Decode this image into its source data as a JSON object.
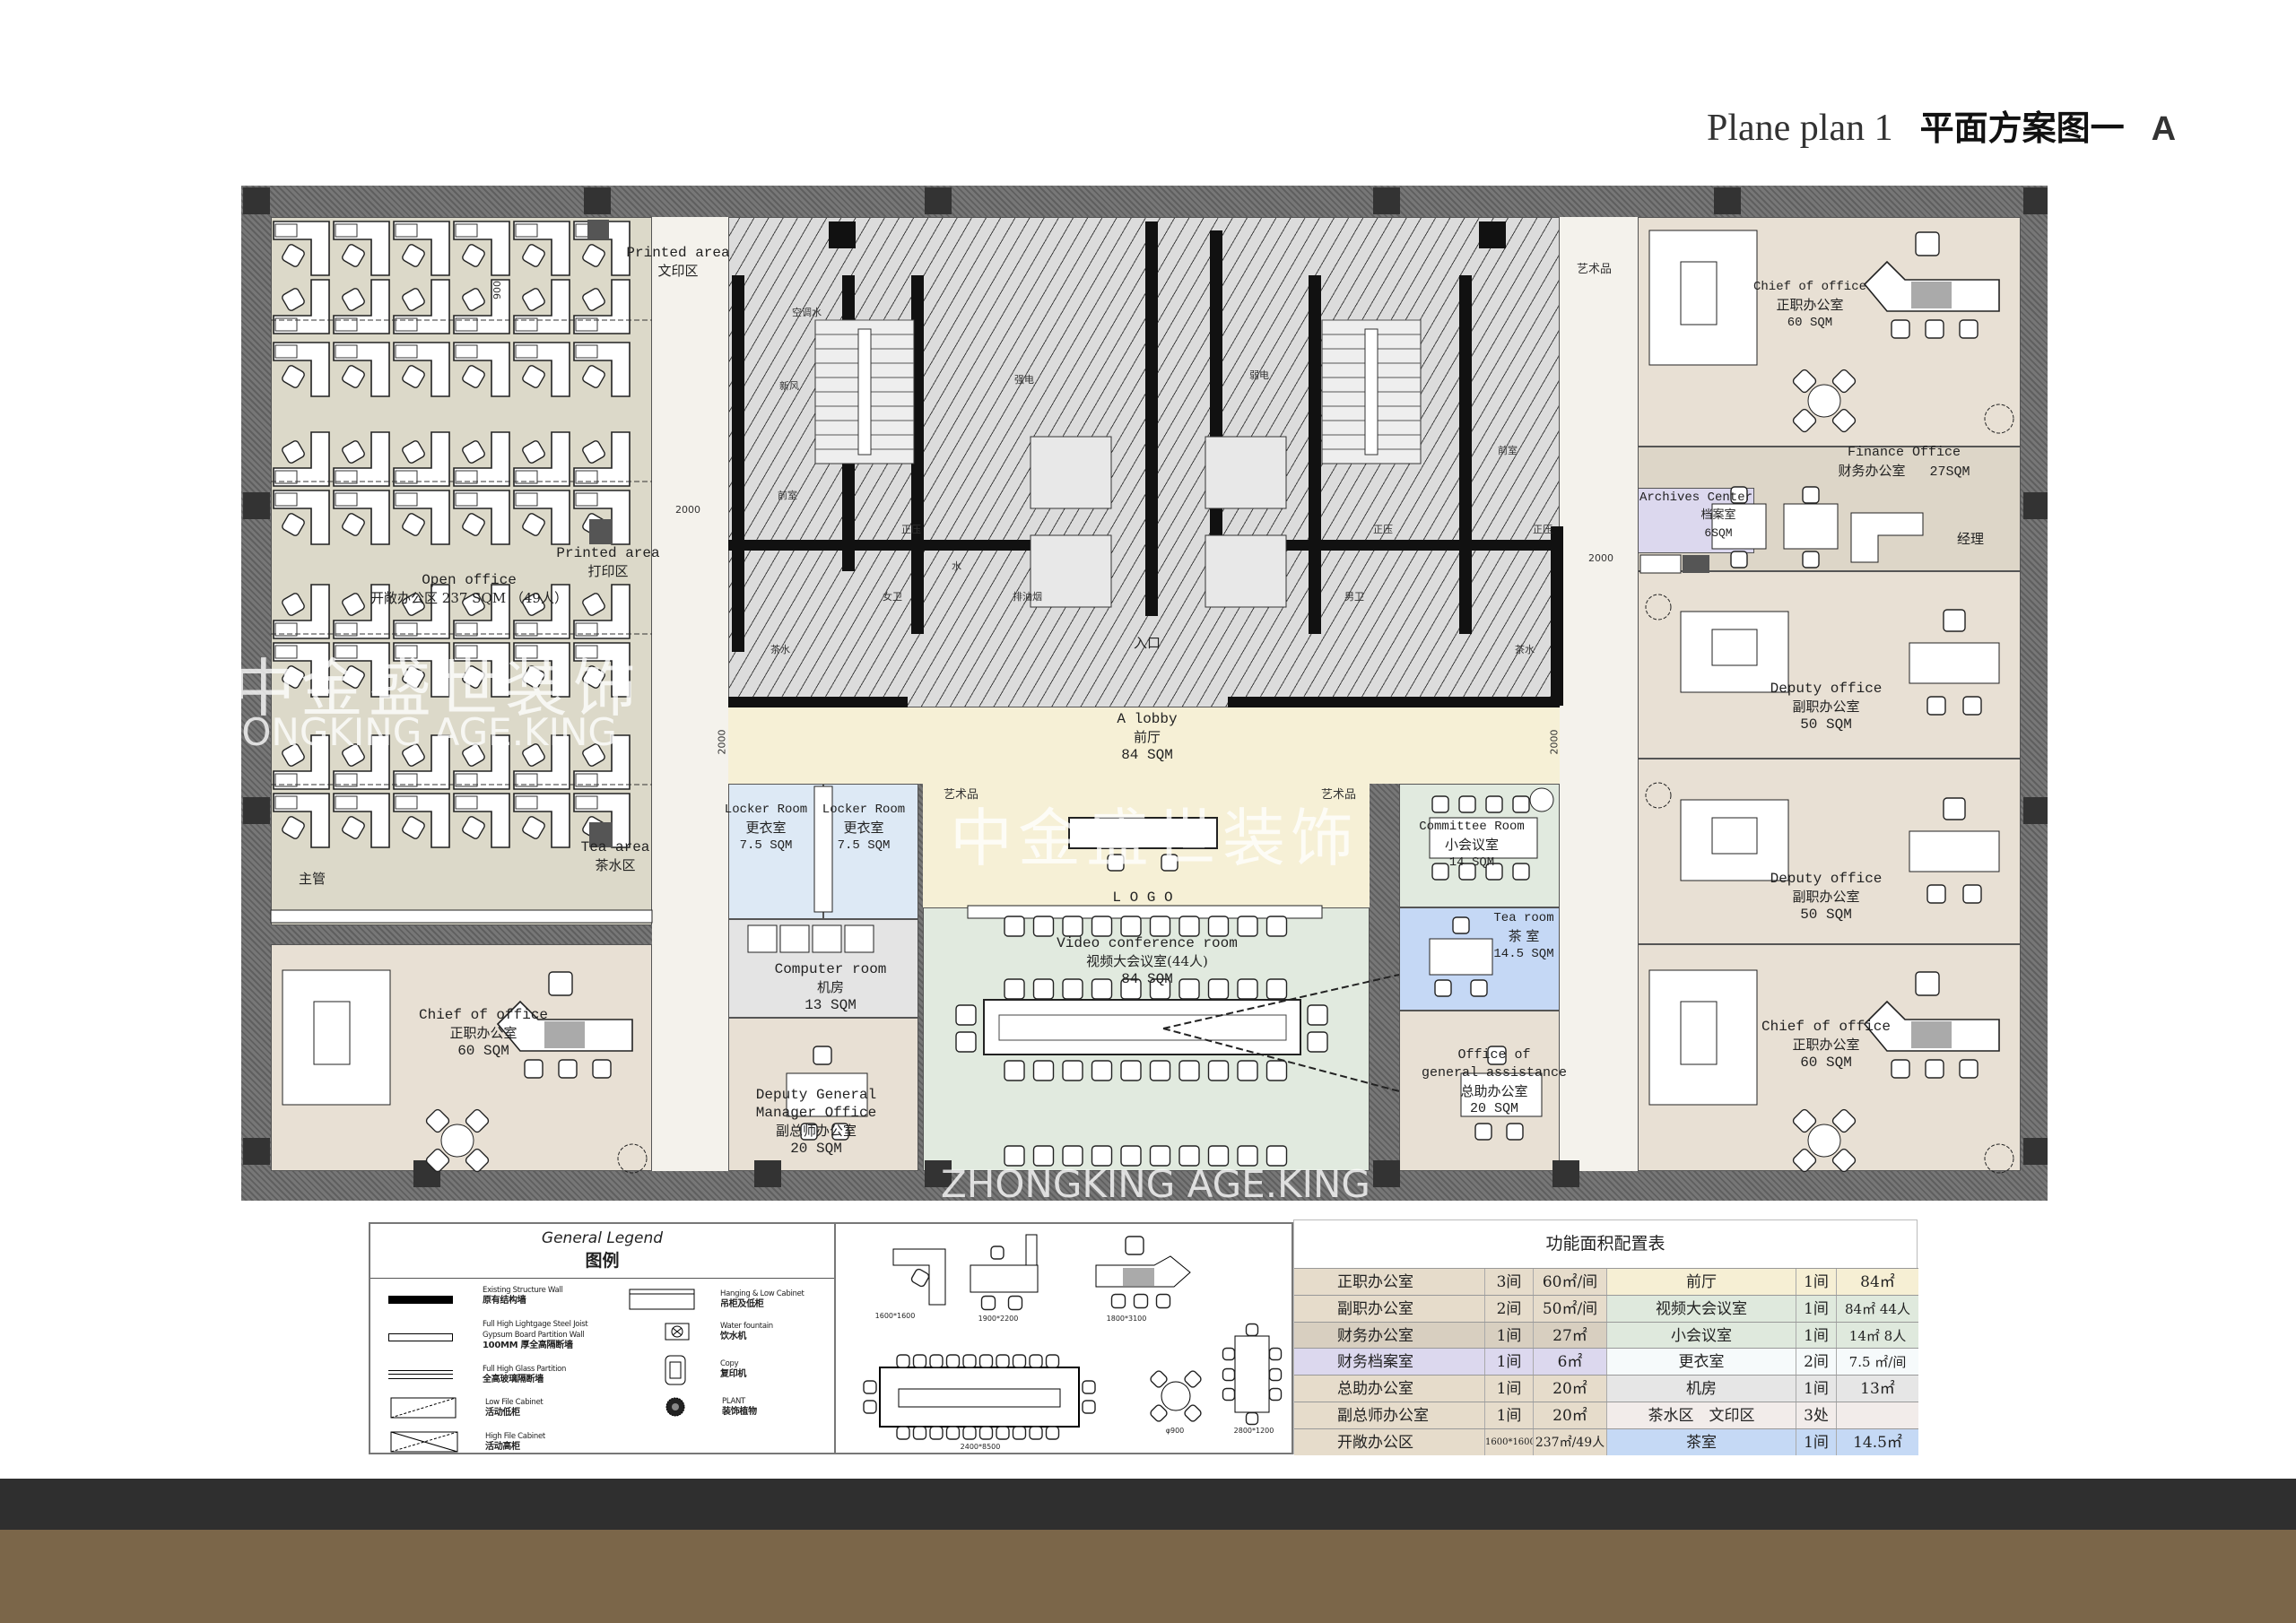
{
  "title": {
    "en": "Plane plan 1",
    "cn": "平面方案图一",
    "letter": "A"
  },
  "watermark": {
    "cn": "中金盛世装饰",
    "en": "ZHONGKING AGE.KING"
  },
  "colors": {
    "open_office": "#dcd9c9",
    "office": "#e8e0d4",
    "corridor": "#f4f2ec",
    "lobby": "#f6f0d6",
    "locker": "#dde9f5",
    "computer": "#e4e4e4",
    "conference": "#e1eadf",
    "tea_room": "#c5d8f5",
    "archives": "#dcd8ee",
    "core": "#dcdcdc"
  },
  "rooms": {
    "printed_top": {
      "en": "Printed area",
      "cn": "文印区"
    },
    "printed_mid": {
      "en": "Printed area",
      "cn": "打印区"
    },
    "open_office": {
      "en": "Open office",
      "cn": "开敞办公区 237 SQM （49人）"
    },
    "supervisor": {
      "cn": "主管"
    },
    "tea_area": {
      "en": "Tea area",
      "cn": "茶水区"
    },
    "chief_left": {
      "en": "Chief of office",
      "cn": "正职办公室",
      "area": "60 SQM"
    },
    "lobby": {
      "en": "A lobby",
      "cn": "前厅",
      "area": "84 SQM"
    },
    "entrance": {
      "cn": "入口"
    },
    "locker1": {
      "en": "Locker Room",
      "cn": "更衣室",
      "area": "7.5 SQM"
    },
    "locker2": {
      "en": "Locker Room",
      "cn": "更衣室",
      "area": "7.5 SQM"
    },
    "computer": {
      "en": "Computer room",
      "cn": "机房",
      "area": "13 SQM"
    },
    "deputy_gm": {
      "en1": "Deputy General",
      "en2": "Manager Office",
      "cn": "副总师办公室",
      "area": "20 SQM"
    },
    "logo": {
      "text": "L O G O"
    },
    "video": {
      "en": "Video conference room",
      "cn": "视频大会议室(44人)",
      "area": "84 SQM"
    },
    "committee": {
      "en": "Committee Room",
      "cn": "小会议室",
      "area": "14 SQM"
    },
    "tea_room": {
      "en": "Tea room",
      "cn": "茶 室",
      "area": "14.5 SQM"
    },
    "assist": {
      "en1": "Office of",
      "en2": "general assistance",
      "cn": "总助办公室",
      "area": "20 SQM"
    },
    "chief_top_right": {
      "en": "Chief of office",
      "cn": "正职办公室",
      "area": "60 SQM"
    },
    "finance": {
      "en": "Finance Office",
      "cn": "财务办公室",
      "area": "27SQM",
      "manager": "经理"
    },
    "archives": {
      "en": "Archives Center",
      "cn": "档案室",
      "area": "6SQM"
    },
    "deputy1": {
      "en": "Deputy office",
      "cn": "副职办公室",
      "area": "50 SQM"
    },
    "deputy2": {
      "en": "Deputy office",
      "cn": "副职办公室",
      "area": "50 SQM"
    },
    "chief_bottom_right": {
      "en": "Chief of office",
      "cn": "正职办公室",
      "area": "60 SQM"
    }
  },
  "core_labels": {
    "ac_water": "空调水",
    "fresh_air": "新风",
    "anteroom1": "前室",
    "pressure1": "正压",
    "strong_elec": "强电",
    "female_wc": "女卫",
    "exhaust": "排油烟",
    "tea1": "茶水",
    "water": "水",
    "weak_elec": "弱电",
    "pressure2": "正压",
    "pressure3": "正压",
    "anteroom2": "前室",
    "male_wc": "男卫",
    "tea2": "茶水"
  },
  "art": {
    "a1": "艺术品",
    "a2": "艺术品",
    "a3": "艺术品"
  },
  "dims": {
    "d1": "2000",
    "d2": "2000",
    "d3": "2000",
    "d4": "2000",
    "d5": "900"
  },
  "legend": {
    "title_en": "General Legend",
    "title_cn": "图例",
    "items": [
      {
        "en": "Existing Structure Wall",
        "cn": "原有结构墙"
      },
      {
        "en": "Full High Lightgage Steel Joist Gypsum Board Partition Wall",
        "cn": "100MM 厚全高隔断墙"
      },
      {
        "en": "Full High Glass Partition",
        "cn": "全高玻璃隔断墙"
      },
      {
        "en": "Low File Cabinet",
        "cn": "活动低柜"
      },
      {
        "en": "High File Cabinet",
        "cn": "活动高柜"
      },
      {
        "en": "Hanging & Low Cabinet",
        "cn": "吊柜及低柜"
      },
      {
        "en": "Water fountain",
        "cn": "饮水机"
      },
      {
        "en": "Copy",
        "cn": "复印机"
      },
      {
        "en": "PLANT",
        "cn": "装饰植物"
      }
    ],
    "furniture_dims": [
      "1600*1600",
      "1900*2200",
      "1800*3100",
      "2400*8500",
      "φ900",
      "2800*1200"
    ]
  },
  "area_table": {
    "title": "功能面积配置表",
    "rows": [
      {
        "name": "正职办公室",
        "count": "3间",
        "area": "60㎡/间",
        "name2": "前厅",
        "count2": "1间",
        "area2": "84㎡"
      },
      {
        "name": "副职办公室",
        "count": "2间",
        "area": "50㎡/间",
        "name2": "视频大会议室",
        "count2": "1间",
        "area2": "84㎡ 44人"
      },
      {
        "name": "财务办公室",
        "count": "1间",
        "area": "27㎡",
        "name2": "小会议室",
        "count2": "1间",
        "area2": "14㎡ 8人"
      },
      {
        "name": "财务档案室",
        "count": "1间",
        "area": "6㎡",
        "name2": "更衣室",
        "count2": "2间",
        "area2": "7.5 ㎡/间"
      },
      {
        "name": "总助办公室",
        "count": "1间",
        "area": "20㎡",
        "name2": "机房",
        "count2": "1间",
        "area2": "13㎡"
      },
      {
        "name": "副总师办公室",
        "count": "1间",
        "area": "20㎡",
        "name2": "茶水区　文印区",
        "count2": "3处",
        "area2": ""
      },
      {
        "name": "开敞办公区",
        "count": "1600*1600",
        "area": "237㎡/49人",
        "name2": "茶室",
        "count2": "1间",
        "area2": "14.5㎡"
      }
    ],
    "row_colors_left": [
      "#e6dccb",
      "#e6dccb",
      "#d8cfc0",
      "#dcd8ee",
      "#e6dccb",
      "#e6dccb",
      "#e6dccb"
    ],
    "row_colors_right": [
      "#f6efd4",
      "#dfe9dd",
      "#dfe9dd",
      "#f6fafb",
      "#e6e6e6",
      "#f2ecea",
      "#c5d9f5"
    ]
  }
}
